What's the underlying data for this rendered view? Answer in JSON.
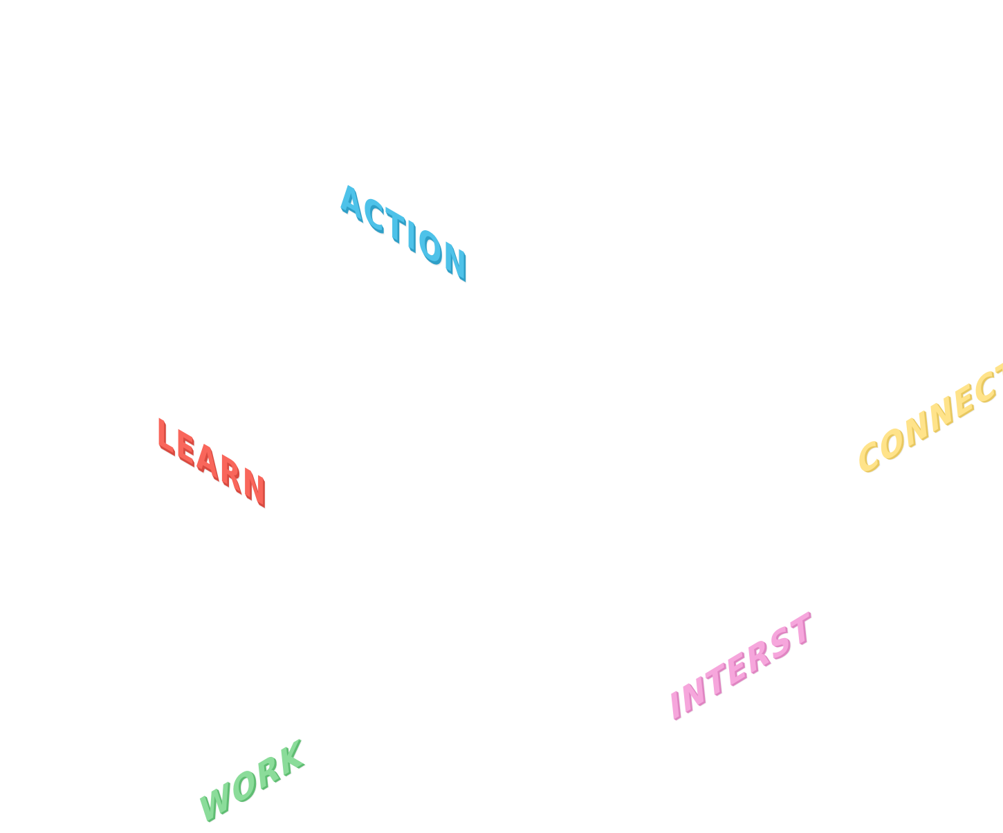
{
  "words": [
    {
      "id": "action",
      "text": "ACTION",
      "color": "#4ec2e9",
      "shade": "#2f9fc7"
    },
    {
      "id": "learn",
      "text": "LEARN",
      "color": "#f9665b",
      "shade": "#d84a40"
    },
    {
      "id": "connect",
      "text": "CONNECT",
      "color": "#ffe38a",
      "shade": "#e8c860"
    },
    {
      "id": "interst",
      "text": "INTERST",
      "color": "#f6a6dc",
      "shade": "#df85c2"
    },
    {
      "id": "work",
      "text": "WORK",
      "color": "#8bdc9a",
      "shade": "#5fbd72"
    }
  ]
}
